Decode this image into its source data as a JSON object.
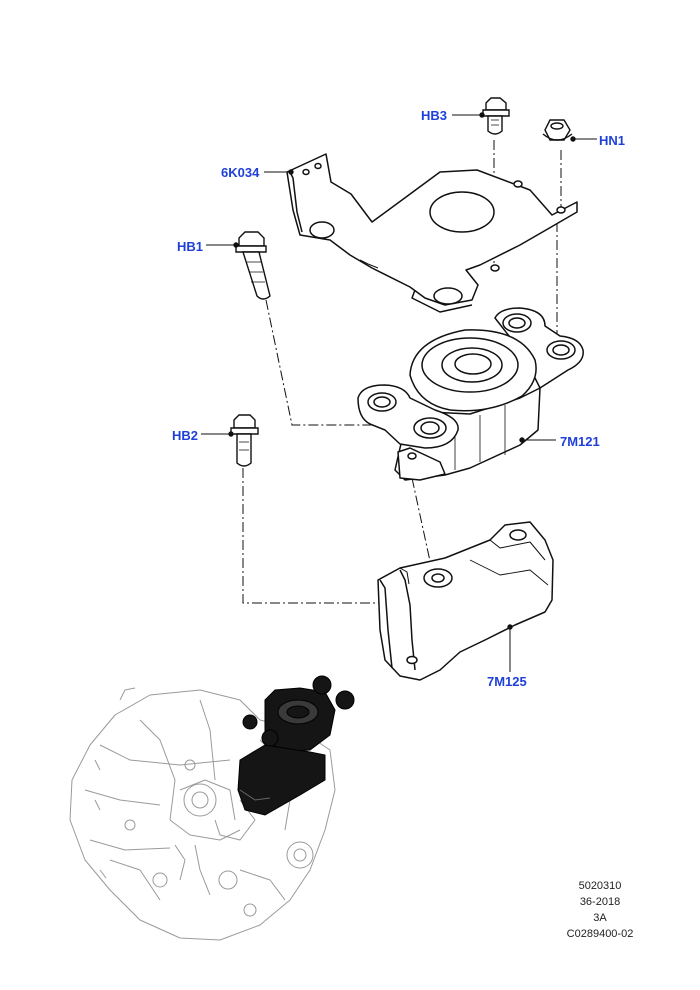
{
  "colors": {
    "callout_text": "#1f3fd9",
    "line": "#111111",
    "part_fill": "#ffffff",
    "assembly_line": "#9a9a9a",
    "mount_dark": "#151515"
  },
  "callouts": {
    "hb3": "HB3",
    "hn1": "HN1",
    "k6034": "6K034",
    "hb1": "HB1",
    "hb2": "HB2",
    "m7121": "7M121",
    "m7125": "7M125"
  },
  "reference": {
    "line1": "5020310",
    "line2": "36-2018",
    "line3": "3A",
    "line4": "C0289400-02"
  },
  "parts": [
    {
      "name": "bolt-hb3-icon"
    },
    {
      "name": "nut-hn1-icon"
    },
    {
      "name": "bracket-6k034-icon"
    },
    {
      "name": "bolt-hb1-icon"
    },
    {
      "name": "bolt-hb2-icon"
    },
    {
      "name": "engine-mount-7m121-icon"
    },
    {
      "name": "bracket-7m125-icon"
    },
    {
      "name": "transmission-assembly-icon"
    }
  ]
}
